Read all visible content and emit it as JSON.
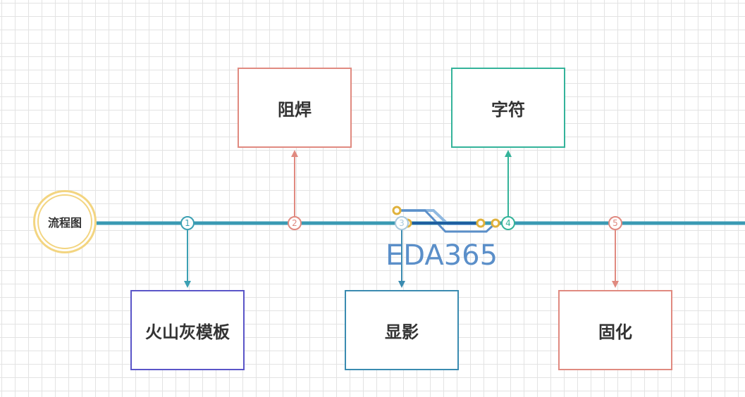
{
  "start_label": "流程图",
  "steps": [
    {
      "num": "1",
      "label": "火山灰模板",
      "color": "#5a55c8",
      "line_color": "#3ba0b3"
    },
    {
      "num": "2",
      "label": "阻焊",
      "color": "#e08a80",
      "line_color": "#e08a80"
    },
    {
      "num": "3",
      "label": "显影",
      "color": "#3a8bb0",
      "line_color": "#3a8bb0"
    },
    {
      "num": "4",
      "label": "字符",
      "color": "#34b39a",
      "line_color": "#34b39a"
    },
    {
      "num": "5",
      "label": "固化",
      "color": "#e08a80",
      "line_color": "#e08a80"
    }
  ],
  "main_line_color": "#3a9ab3",
  "watermark": "EDA365"
}
